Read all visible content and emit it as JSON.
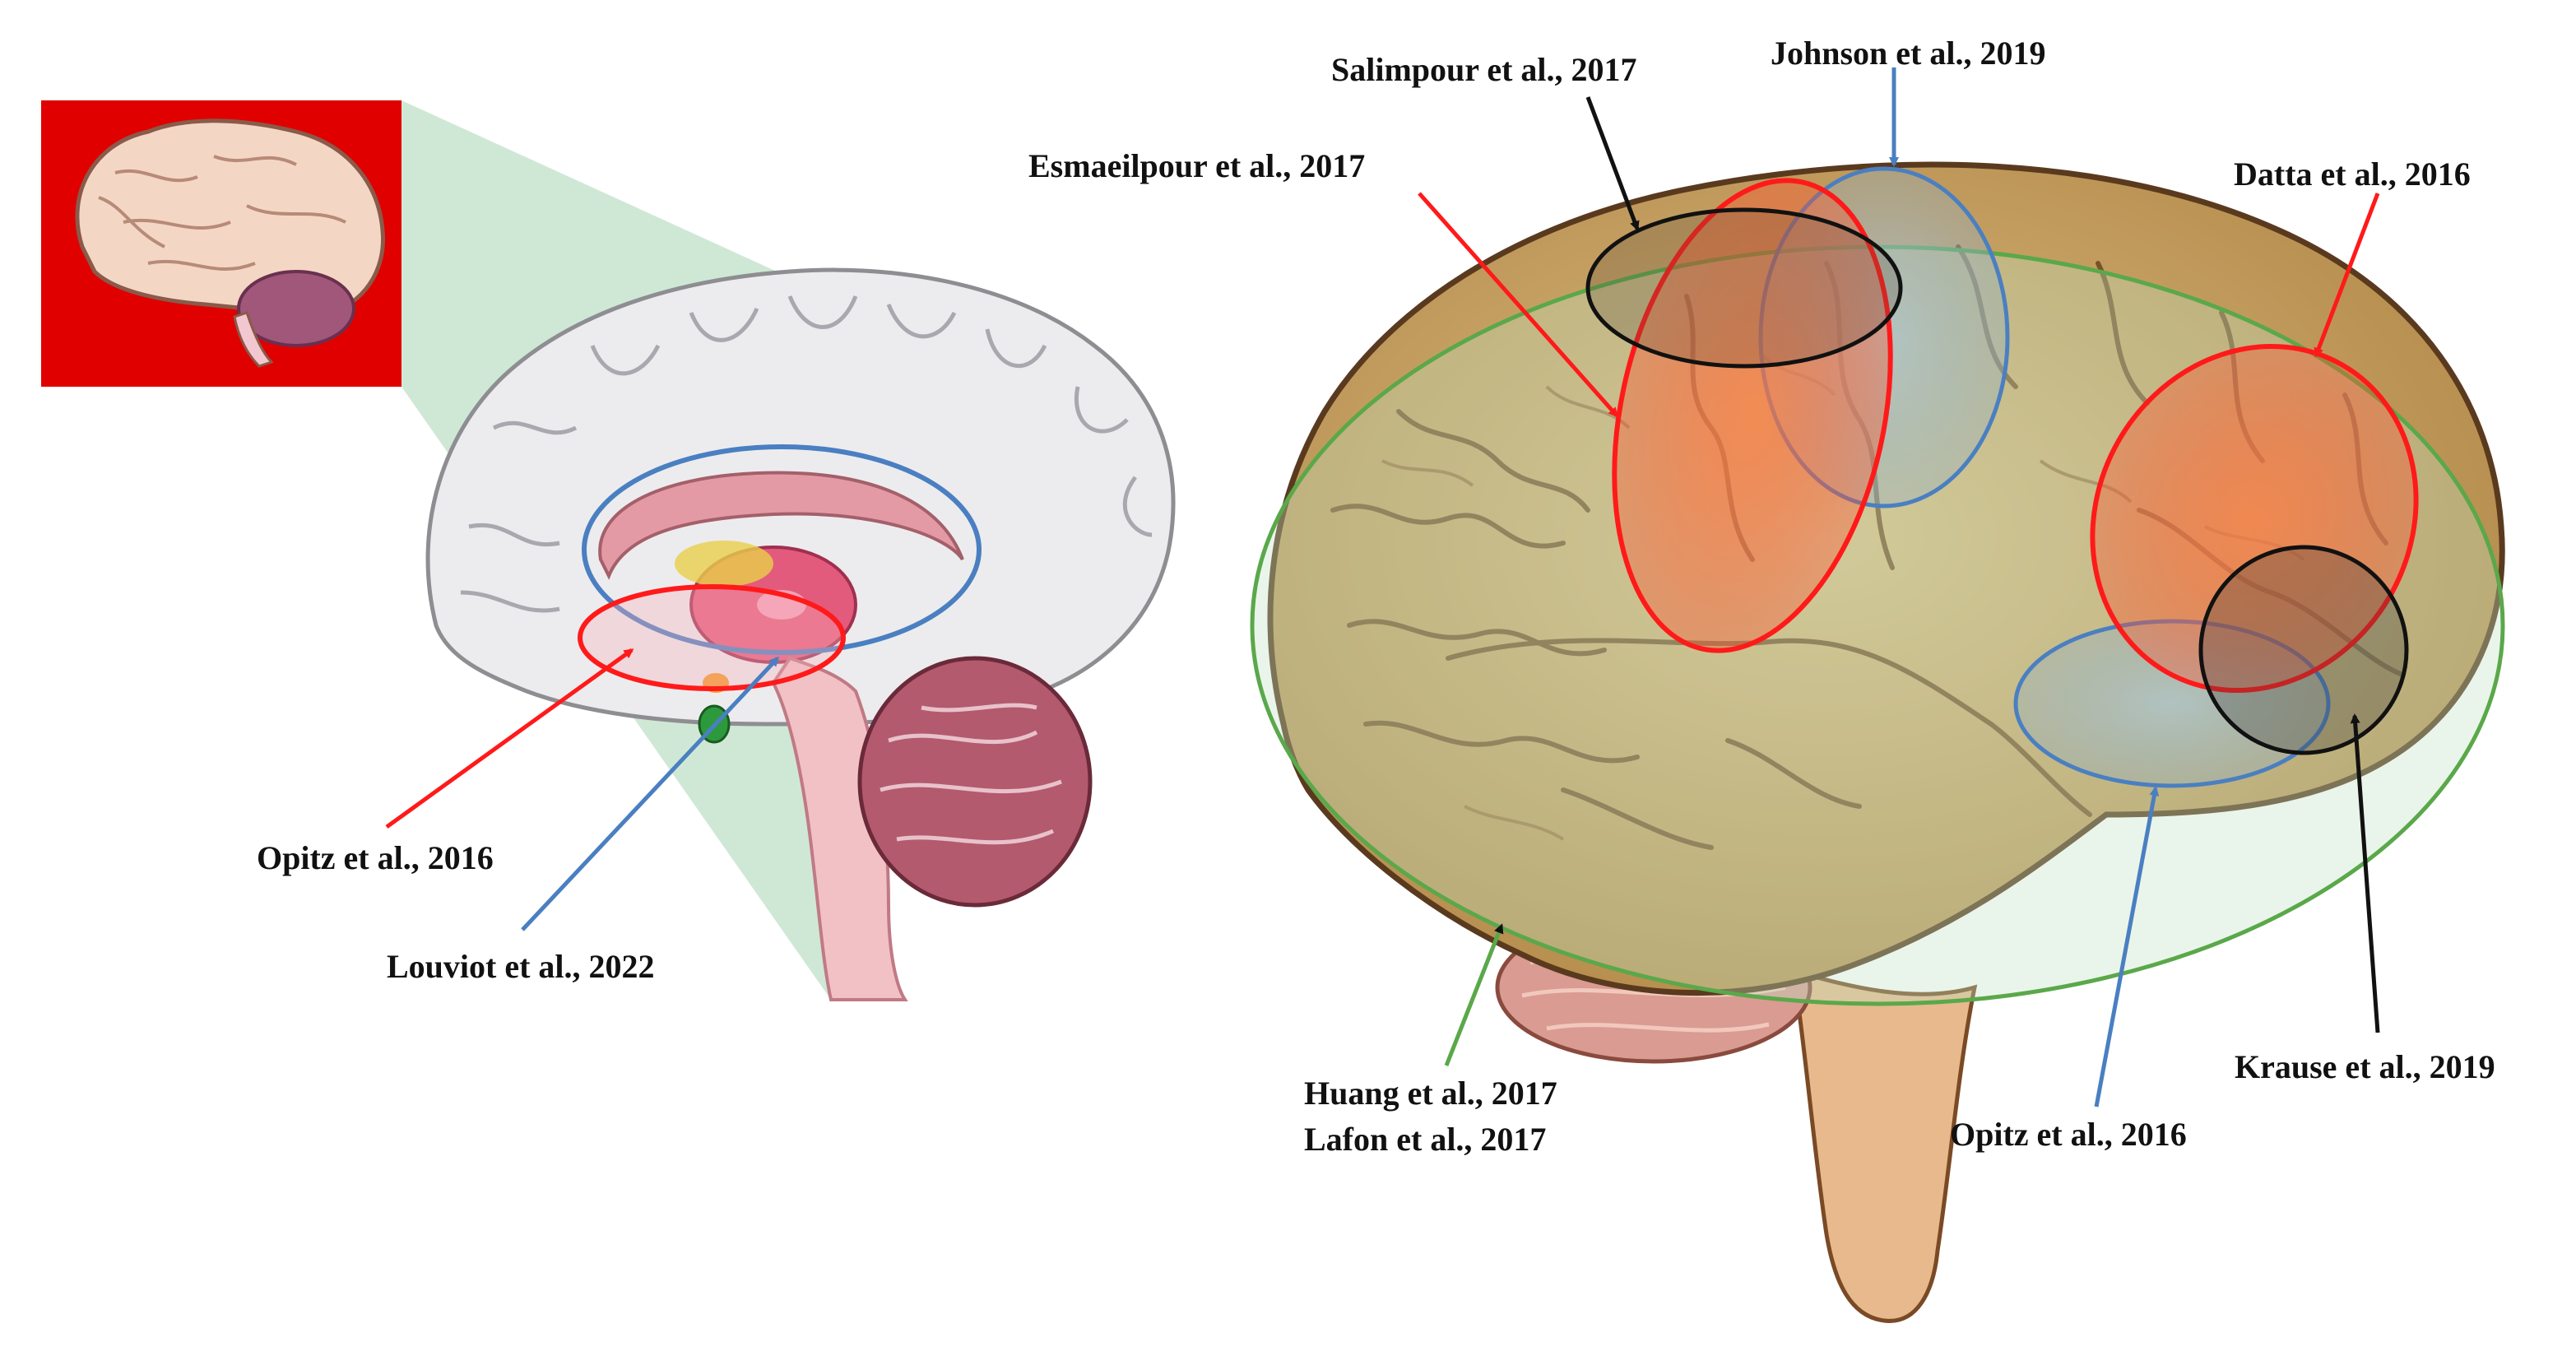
{
  "labels": {
    "opitz_left": "Opitz et al., 2016",
    "louviot": "Louviot et al., 2022",
    "salimpour": "Salimpour et al., 2017",
    "johnson": "Johnson et al., 2019",
    "esmaeilpour": "Esmaeilpour et al., 2017",
    "datta": "Datta et al., 2016",
    "huang": "Huang et al., 2017",
    "lafon": "Lafon et al., 2017",
    "opitz_right": "Opitz et al., 2016",
    "krause": "Krause et al., 2019"
  },
  "colors": {
    "red": "#ff1a1a",
    "blue": "#4a7fc1",
    "black": "#111111",
    "green": "#5aa84a",
    "wedge": "#cfe8d6",
    "inset_bg": "#e00000",
    "brain_tan": "#c9a469",
    "brain_outline": "#5a3a1e"
  }
}
